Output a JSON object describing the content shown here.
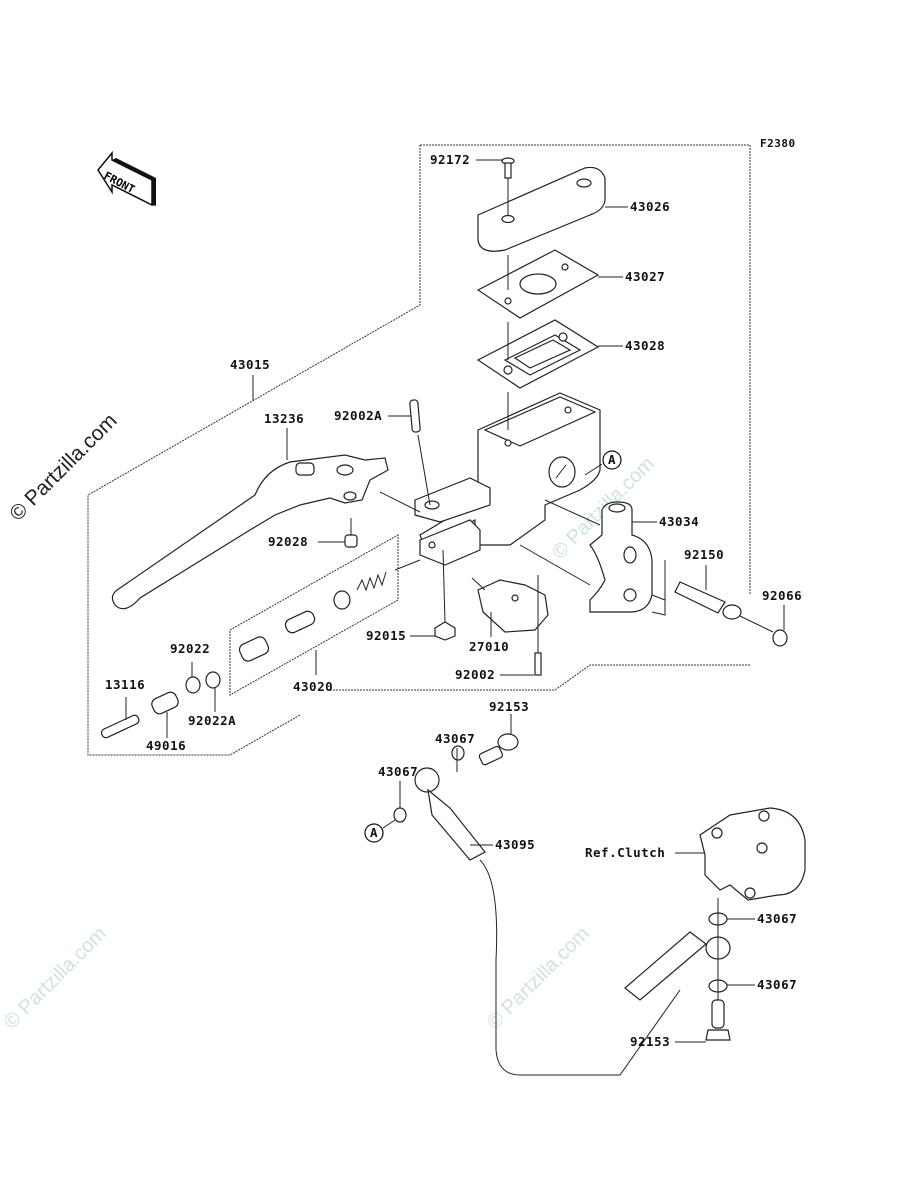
{
  "diagram": {
    "figure_code": "F2380",
    "front_arrow": "FRONT",
    "watermark": "© Partzilla.com",
    "parts": {
      "p92172": "92172",
      "p43026": "43026",
      "p43027": "43027",
      "p43028": "43028",
      "p43015": "43015",
      "p13236": "13236",
      "p92002A": "92002A",
      "pA_top": "A",
      "p43034": "43034",
      "p92028": "92028",
      "p92150": "92150",
      "p92066": "92066",
      "p92015": "92015",
      "p27010": "27010",
      "p92002": "92002",
      "p92022": "92022",
      "p92022A": "92022A",
      "p13116": "13116",
      "p49016": "49016",
      "p43020": "43020",
      "p92153_top": "92153",
      "p43067_a": "43067",
      "p43067_b": "43067",
      "pA_bottom": "A",
      "p43095": "43095",
      "ref_clutch": "Ref.Clutch",
      "p43067_c": "43067",
      "p43067_d": "43067",
      "p92153_bottom": "92153"
    }
  }
}
